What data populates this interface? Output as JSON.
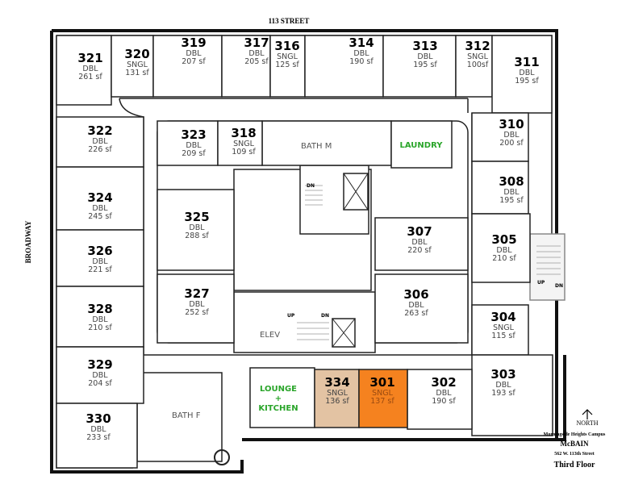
{
  "street_top": "113 STREET",
  "street_left": "BROADWAY",
  "rooms": [
    {
      "id": "321",
      "type": "DBL",
      "area": "261 sf"
    },
    {
      "id": "320",
      "type": "SNGL",
      "area": "131 sf"
    },
    {
      "id": "319",
      "type": "DBL",
      "area": "207 sf"
    },
    {
      "id": "317",
      "type": "DBL",
      "area": "205 sf"
    },
    {
      "id": "316",
      "type": "SNGL",
      "area": "125 sf"
    },
    {
      "id": "314",
      "type": "DBL",
      "area": "190 sf"
    },
    {
      "id": "313",
      "type": "DBL",
      "area": "195 sf"
    },
    {
      "id": "312",
      "type": "SNGL",
      "area": "100sf"
    },
    {
      "id": "311",
      "type": "DBL",
      "area": "195 sf"
    },
    {
      "id": "322",
      "type": "DBL",
      "area": "226 sf"
    },
    {
      "id": "324",
      "type": "DBL",
      "area": "245 sf"
    },
    {
      "id": "326",
      "type": "DBL",
      "area": "221 sf"
    },
    {
      "id": "328",
      "type": "DBL",
      "area": "210 sf"
    },
    {
      "id": "329",
      "type": "DBL",
      "area": "204 sf"
    },
    {
      "id": "330",
      "type": "DBL",
      "area": "233 sf"
    },
    {
      "id": "323",
      "type": "DBL",
      "area": "209 sf"
    },
    {
      "id": "318",
      "type": "SNGL",
      "area": "109 sf"
    },
    {
      "id": "325",
      "type": "DBL",
      "area": "288 sf"
    },
    {
      "id": "327",
      "type": "DBL",
      "area": "252 sf"
    },
    {
      "id": "310",
      "type": "DBL",
      "area": "200 sf"
    },
    {
      "id": "308",
      "type": "DBL",
      "area": "195 sf"
    },
    {
      "id": "307",
      "type": "DBL",
      "area": "220 sf"
    },
    {
      "id": "305",
      "type": "DBL",
      "area": "210 sf"
    },
    {
      "id": "306",
      "type": "DBL",
      "area": "263 sf"
    },
    {
      "id": "304",
      "type": "SNGL",
      "area": "115 sf"
    },
    {
      "id": "303",
      "type": "DBL",
      "area": "193 sf"
    },
    {
      "id": "302",
      "type": "DBL",
      "area": "190 sf"
    },
    {
      "id": "334",
      "type": "SNGL",
      "area": "136 sf",
      "highlight": "#e3c3a3"
    },
    {
      "id": "301",
      "type": "SNGL",
      "area": "137 sf",
      "highlight": "#f5821f"
    }
  ],
  "spaces": {
    "bath_m": "BATH M",
    "bath_f": "BATH F",
    "laundry": "LAUNDRY",
    "lounge_1": "LOUNGE",
    "lounge_2": "+",
    "lounge_3": "KITCHEN",
    "elev": "ELEV",
    "stair_dn_1": "DN",
    "stair_up_2": "UP",
    "stair_dn_2": "DN",
    "stair_up_3": "UP",
    "stair_dn_3": "DN"
  },
  "legend": {
    "north": "NORTH",
    "campus": "Morningside Heights Campus",
    "building": "McBAIN",
    "address": "562 W. 113th Street",
    "floor": "Third Floor"
  },
  "colors": {
    "green_label": "#2aa52a",
    "selected": "#f5821f",
    "adjacent": "#e3c3a3"
  }
}
